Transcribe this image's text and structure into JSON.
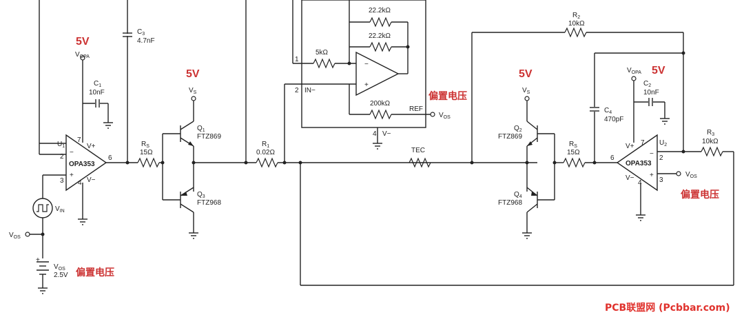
{
  "labels": {
    "five_v": "5V",
    "bias": "偏置电压",
    "vopa": "V",
    "vopa_sub": "OPA",
    "vs": "V",
    "vs_sub": "S",
    "vos": "V",
    "vos_sub": "OS",
    "vin": "V",
    "vin_sub": "IN",
    "c1": "C",
    "c1_sub": "1",
    "c1_val": "10nF",
    "c2": "C",
    "c2_sub": "2",
    "c2_val": "10nF",
    "c3": "C",
    "c3_sub": "3",
    "c3_val": "4.7nF",
    "c4": "C",
    "c4_sub": "4",
    "c4_val": "470pF",
    "u1": "U",
    "u1_sub": "1",
    "u2": "U",
    "u2_sub": "2",
    "opa": "OPA353",
    "rs": "R",
    "rs_sub": "S",
    "rs_val": "15Ω",
    "rs2": "R",
    "rs2_sub": "S",
    "rs2_val": "15Ω",
    "r1": "R",
    "r1_sub": "1",
    "r1_val": "0.02Ω",
    "r2": "R",
    "r2_sub": "2",
    "r2_val": "10kΩ",
    "r3": "R",
    "r3_sub": "3",
    "r3_val": "10kΩ",
    "q1": "Q",
    "q1_sub": "1",
    "q1_part": "FTZ869",
    "q2": "Q",
    "q2_sub": "2",
    "q2_part": "FTZ869",
    "q3": "Q",
    "q3_sub": "3",
    "q3_part": "FTZ968",
    "q4": "Q",
    "q4_sub": "4",
    "q4_part": "FTZ968",
    "r_22k_a": "22.2kΩ",
    "r_22k_b": "22.2kΩ",
    "r_5k": "5kΩ",
    "r_200k": "200kΩ",
    "ref": "REF",
    "in_minus": "IN−",
    "v_minus": "V−",
    "tec": "TEC",
    "battery_val": "2.5V",
    "pin1": "1",
    "pin2": "2",
    "pin3": "3",
    "pin4": "4",
    "pin6": "6",
    "pin7": "7",
    "vplus": "V+",
    "vminus_pin": "V−",
    "minus": "−",
    "plus": "+",
    "watermark": "PCB联盟网 (Pcbbar.com)"
  }
}
